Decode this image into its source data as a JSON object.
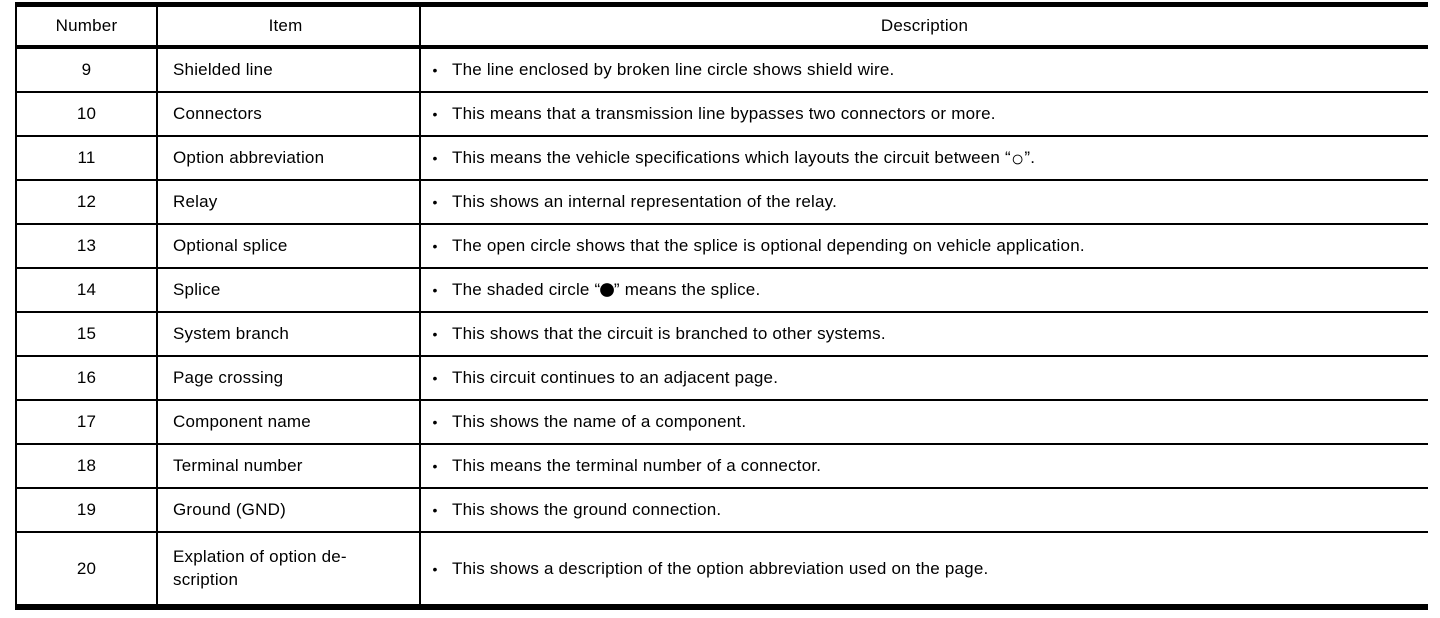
{
  "table": {
    "bullet": "•",
    "headers": {
      "number": "Number",
      "item": "Item",
      "description": "Description"
    },
    "rows": [
      {
        "number": "9",
        "item": "Shielded line",
        "desc": "The line enclosed by broken line circle shows shield wire."
      },
      {
        "number": "10",
        "item": "Connectors",
        "desc": "This means that a transmission line bypasses two connectors or more."
      },
      {
        "number": "11",
        "item": "Option abbreviation",
        "desc_pre": "This means the vehicle specifications which layouts the circuit between “",
        "desc_icon": "○",
        "desc_post": "”."
      },
      {
        "number": "12",
        "item": "Relay",
        "desc": "This shows an internal representation of the relay."
      },
      {
        "number": "13",
        "item": "Optional splice",
        "desc": "The open circle shows that the splice is optional depending on vehicle application."
      },
      {
        "number": "14",
        "item": "Splice",
        "desc_pre": "The shaded circle “",
        "desc_icon": "●",
        "desc_post": "” means the splice."
      },
      {
        "number": "15",
        "item": "System branch",
        "desc": "This shows that the circuit is branched to other systems."
      },
      {
        "number": "16",
        "item": "Page crossing",
        "desc": "This circuit continues to an adjacent page."
      },
      {
        "number": "17",
        "item": "Component name",
        "desc": "This shows the name of a component."
      },
      {
        "number": "18",
        "item": "Terminal number",
        "desc": "This means the terminal number of a connector."
      },
      {
        "number": "19",
        "item": "Ground (GND)",
        "desc": "This shows the ground connection."
      },
      {
        "number": "20",
        "item": "Explation of option de-\nscription",
        "desc": "This shows a description of the option abbreviation used on the page."
      }
    ]
  }
}
